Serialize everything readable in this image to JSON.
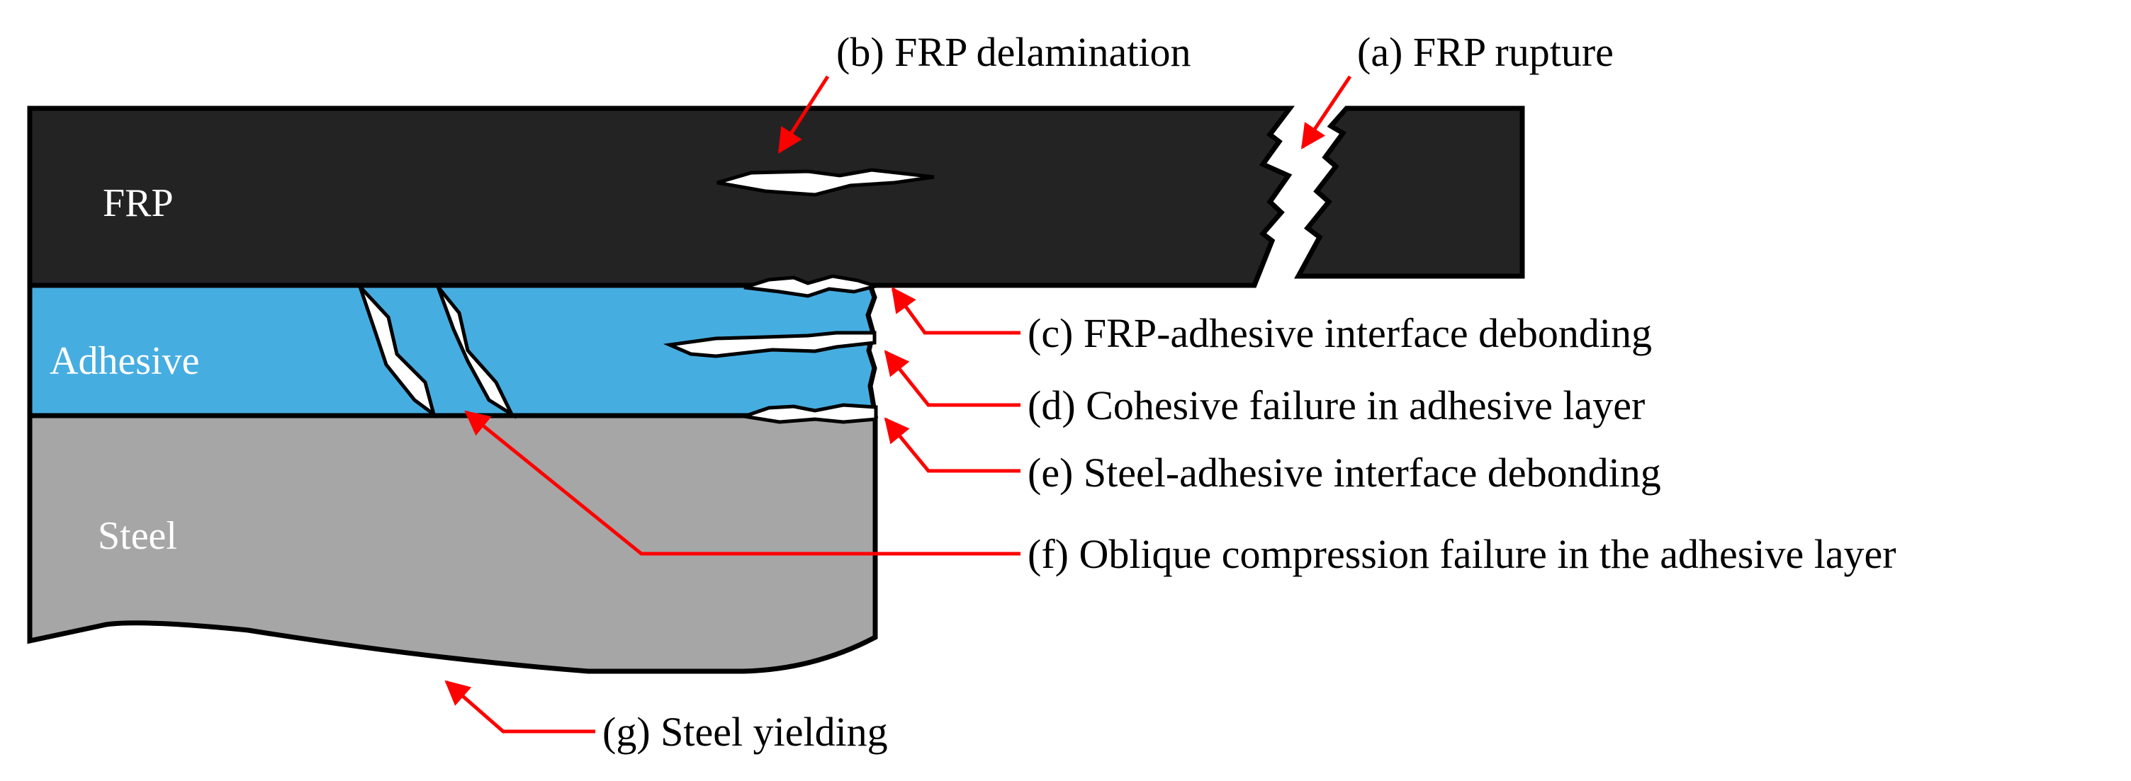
{
  "colors": {
    "frp": "#232323",
    "adhesive": "#46ade0",
    "steel": "#a6a6a6",
    "leader": "#ff0000"
  },
  "layers": {
    "frp": "FRP",
    "adhesive": "Adhesive",
    "steel": "Steel"
  },
  "failure_modes": [
    {
      "id": "a",
      "label": "(a) FRP rupture"
    },
    {
      "id": "b",
      "label": "(b) FRP delamination"
    },
    {
      "id": "c",
      "label": "(c) FRP-adhesive interface debonding"
    },
    {
      "id": "d",
      "label": "(d) Cohesive failure in adhesive layer"
    },
    {
      "id": "e",
      "label": "(e) Steel-adhesive interface debonding"
    },
    {
      "id": "f",
      "label": "(f) Oblique compression failure in the adhesive layer"
    },
    {
      "id": "g",
      "label": "(g) Steel yielding"
    }
  ]
}
